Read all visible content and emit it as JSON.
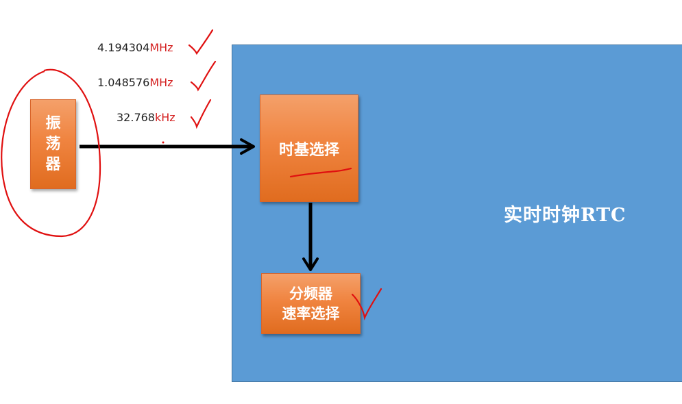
{
  "diagram": {
    "oscillator_label": "振荡器",
    "timebase_label": "时基选择",
    "divider_label_line1": "分频器",
    "divider_label_line2": "速率选择",
    "rtc_label": "实时时钟RTC",
    "frequencies": [
      {
        "value": "4.194304",
        "unit": "MHz"
      },
      {
        "value": "1.048576",
        "unit": "MHz"
      },
      {
        "value": "32.768",
        "unit": "kHz"
      }
    ]
  },
  "colors": {
    "rtc_fill": "#5b9bd5",
    "box_fill": "#f08440",
    "annotation": "#e01010",
    "arrow": "#000000"
  }
}
